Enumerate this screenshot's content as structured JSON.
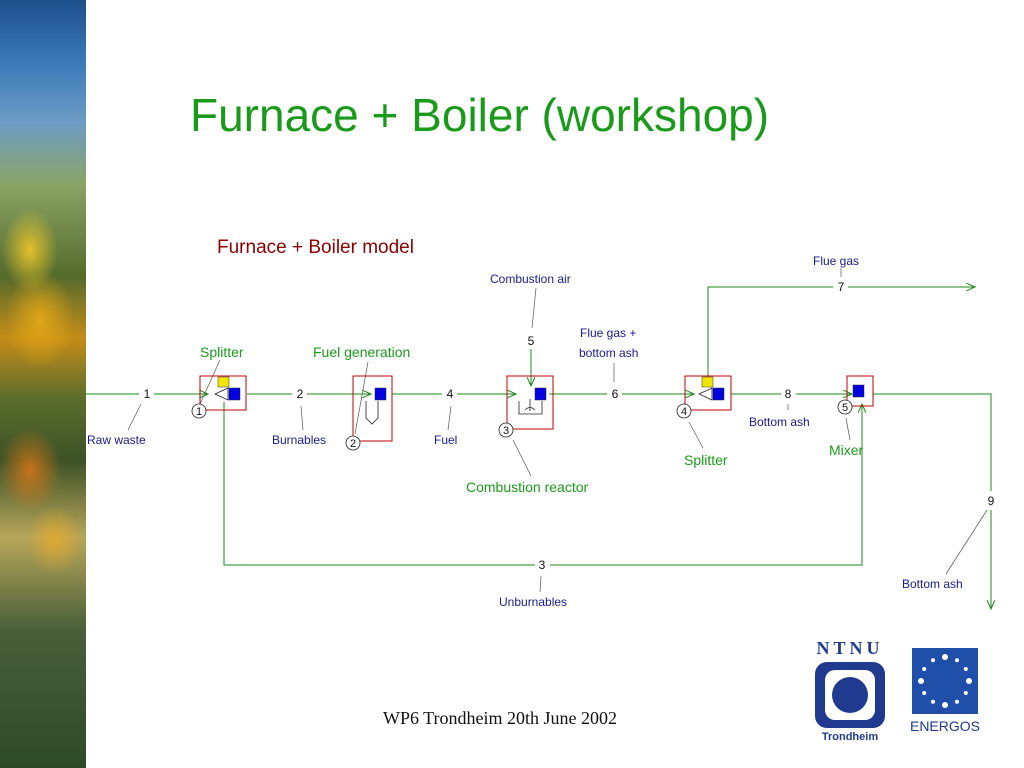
{
  "slide": {
    "title": "Furnace + Boiler (workshop)",
    "footer": "WP6 Trondheim 20th June 2002"
  },
  "diagram": {
    "heading": "Furnace + Boiler model",
    "stream_labels": {
      "raw_waste": "Raw waste",
      "burnables": "Burnables",
      "fuel": "Fuel",
      "combustion_air": "Combustion air",
      "flue_gas_ash_1": "Flue gas +",
      "flue_gas_ash_2": "bottom ash",
      "flue_gas": "Flue gas",
      "bottom_ash_8": "Bottom ash",
      "unburnables": "Unburnables",
      "bottom_ash_9": "Bottom ash"
    },
    "unit_labels": {
      "splitter_1": "Splitter",
      "fuel_generation": "Fuel generation",
      "combustion_reactor": "Combustion reactor",
      "splitter_4": "Splitter",
      "mixer": "Mixer"
    },
    "stream_numbers": [
      "1",
      "2",
      "3",
      "4",
      "5",
      "6",
      "7",
      "8",
      "9"
    ],
    "unit_numbers": [
      "1",
      "2",
      "3",
      "4",
      "5"
    ],
    "colors": {
      "stream_line": "#1a8a1a",
      "unit_box": "#c00000",
      "stream_label": "#1a1a8c",
      "unit_label": "#1a9a1a",
      "heading": "#8b0000",
      "port_blue": "#0000e0",
      "port_yellow": "#f2e600"
    }
  },
  "logos": {
    "ntnu_top": "NTNU",
    "ntnu_bottom": "Trondheim",
    "energos": "ENERGOS"
  }
}
